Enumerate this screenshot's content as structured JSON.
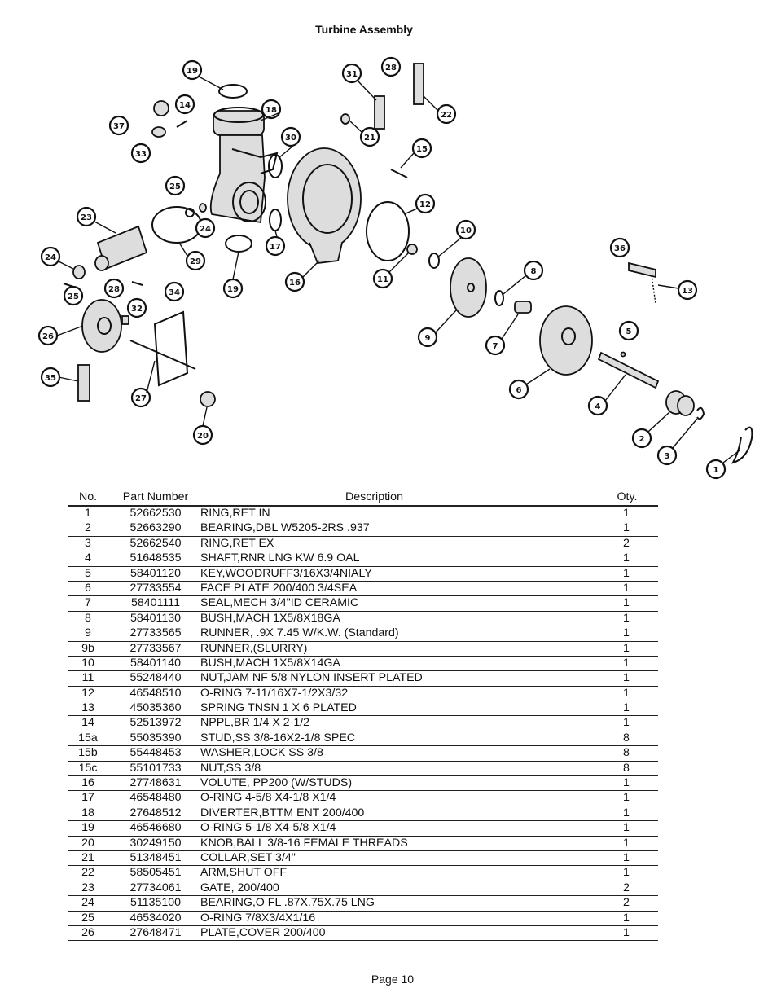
{
  "title": "Turbine Assembly",
  "page_label": "Page 10",
  "table": {
    "headers": {
      "no": "No.",
      "part_number": "Part Number",
      "description": "Description",
      "qty": "Oty."
    },
    "rows": [
      {
        "no": "1",
        "pn": "52662530",
        "desc": "RING,RET IN",
        "qty": "1"
      },
      {
        "no": "2",
        "pn": "52663290",
        "desc": "BEARING,DBL W5205-2RS .937",
        "qty": "1"
      },
      {
        "no": "3",
        "pn": "52662540",
        "desc": "RING,RET EX",
        "qty": "2"
      },
      {
        "no": "4",
        "pn": "51648535",
        "desc": "SHAFT,RNR LNG KW 6.9 OAL",
        "qty": "1"
      },
      {
        "no": "5",
        "pn": "58401120",
        "desc": "KEY,WOODRUFF3/16X3/4NIALY",
        "qty": "1"
      },
      {
        "no": "6",
        "pn": "27733554",
        "desc": "FACE PLATE 200/400 3/4SEA",
        "qty": "1"
      },
      {
        "no": "7",
        "pn": "58401111",
        "desc": "SEAL,MECH 3/4\"ID CERAMIC",
        "qty": "1"
      },
      {
        "no": "8",
        "pn": "58401130",
        "desc": "BUSH,MACH 1X5/8X18GA",
        "qty": "1"
      },
      {
        "no": "9",
        "pn": "27733565",
        "desc": "RUNNER, .9X 7.45 W/K.W. (Standard)",
        "qty": "1"
      },
      {
        "no": "9b",
        "pn": "27733567",
        "desc": "RUNNER,(SLURRY)",
        "qty": "1"
      },
      {
        "no": "10",
        "pn": "58401140",
        "desc": "BUSH,MACH 1X5/8X14GA",
        "qty": "1"
      },
      {
        "no": "11",
        "pn": "55248440",
        "desc": "NUT,JAM NF 5/8 NYLON INSERT PLATED",
        "qty": "1"
      },
      {
        "no": "12",
        "pn": "46548510",
        "desc": "O-RING 7-11/16X7-1/2X3/32",
        "qty": "1"
      },
      {
        "no": "13",
        "pn": "45035360",
        "desc": "SPRING TNSN 1 X 6 PLATED",
        "qty": "1"
      },
      {
        "no": "14",
        "pn": "52513972",
        "desc": "NPPL,BR 1/4 X 2-1/2",
        "qty": "1"
      },
      {
        "no": "15a",
        "pn": "55035390",
        "desc": "STUD,SS 3/8-16X2-1/8 SPEC",
        "qty": "8"
      },
      {
        "no": "15b",
        "pn": "55448453",
        "desc": "WASHER,LOCK SS 3/8",
        "qty": "8"
      },
      {
        "no": "15c",
        "pn": "55101733",
        "desc": "NUT,SS 3/8",
        "qty": "8"
      },
      {
        "no": "16",
        "pn": "27748631",
        "desc": "VOLUTE, PP200 (W/STUDS)",
        "qty": "1"
      },
      {
        "no": "17",
        "pn": "46548480",
        "desc": "O-RING 4-5/8 X4-1/8 X1/4",
        "qty": "1"
      },
      {
        "no": "18",
        "pn": "27648512",
        "desc": "DIVERTER,BTTM ENT 200/400",
        "qty": "1"
      },
      {
        "no": "19",
        "pn": "46546680",
        "desc": "O-RING 5-1/8 X4-5/8 X1/4",
        "qty": "1"
      },
      {
        "no": "20",
        "pn": "30249150",
        "desc": "KNOB,BALL 3/8-16 FEMALE THREADS",
        "qty": "1"
      },
      {
        "no": "21",
        "pn": "51348451",
        "desc": "COLLAR,SET 3/4\"",
        "qty": "1"
      },
      {
        "no": "22",
        "pn": "58505451",
        "desc": "ARM,SHUT OFF",
        "qty": "1"
      },
      {
        "no": "23",
        "pn": "27734061",
        "desc": "GATE, 200/400",
        "qty": "2"
      },
      {
        "no": "24",
        "pn": "51135100",
        "desc": "BEARING,O FL .87X.75X.75 LNG",
        "qty": "2"
      },
      {
        "no": "25",
        "pn": "46534020",
        "desc": "O-RING 7/8X3/4X1/16",
        "qty": "1"
      },
      {
        "no": "26",
        "pn": "27648471",
        "desc": "PLATE,COVER 200/400",
        "qty": "1"
      }
    ]
  },
  "diagram": {
    "callouts": [
      "19",
      "14",
      "37",
      "33",
      "18",
      "30",
      "31",
      "28",
      "22",
      "21",
      "15",
      "25",
      "24",
      "23",
      "29",
      "12",
      "10",
      "17",
      "11",
      "16",
      "8",
      "36",
      "13",
      "24",
      "25",
      "28",
      "34",
      "19",
      "9",
      "32",
      "7",
      "5",
      "26",
      "6",
      "4",
      "35",
      "27",
      "20",
      "2",
      "3",
      "1"
    ]
  }
}
